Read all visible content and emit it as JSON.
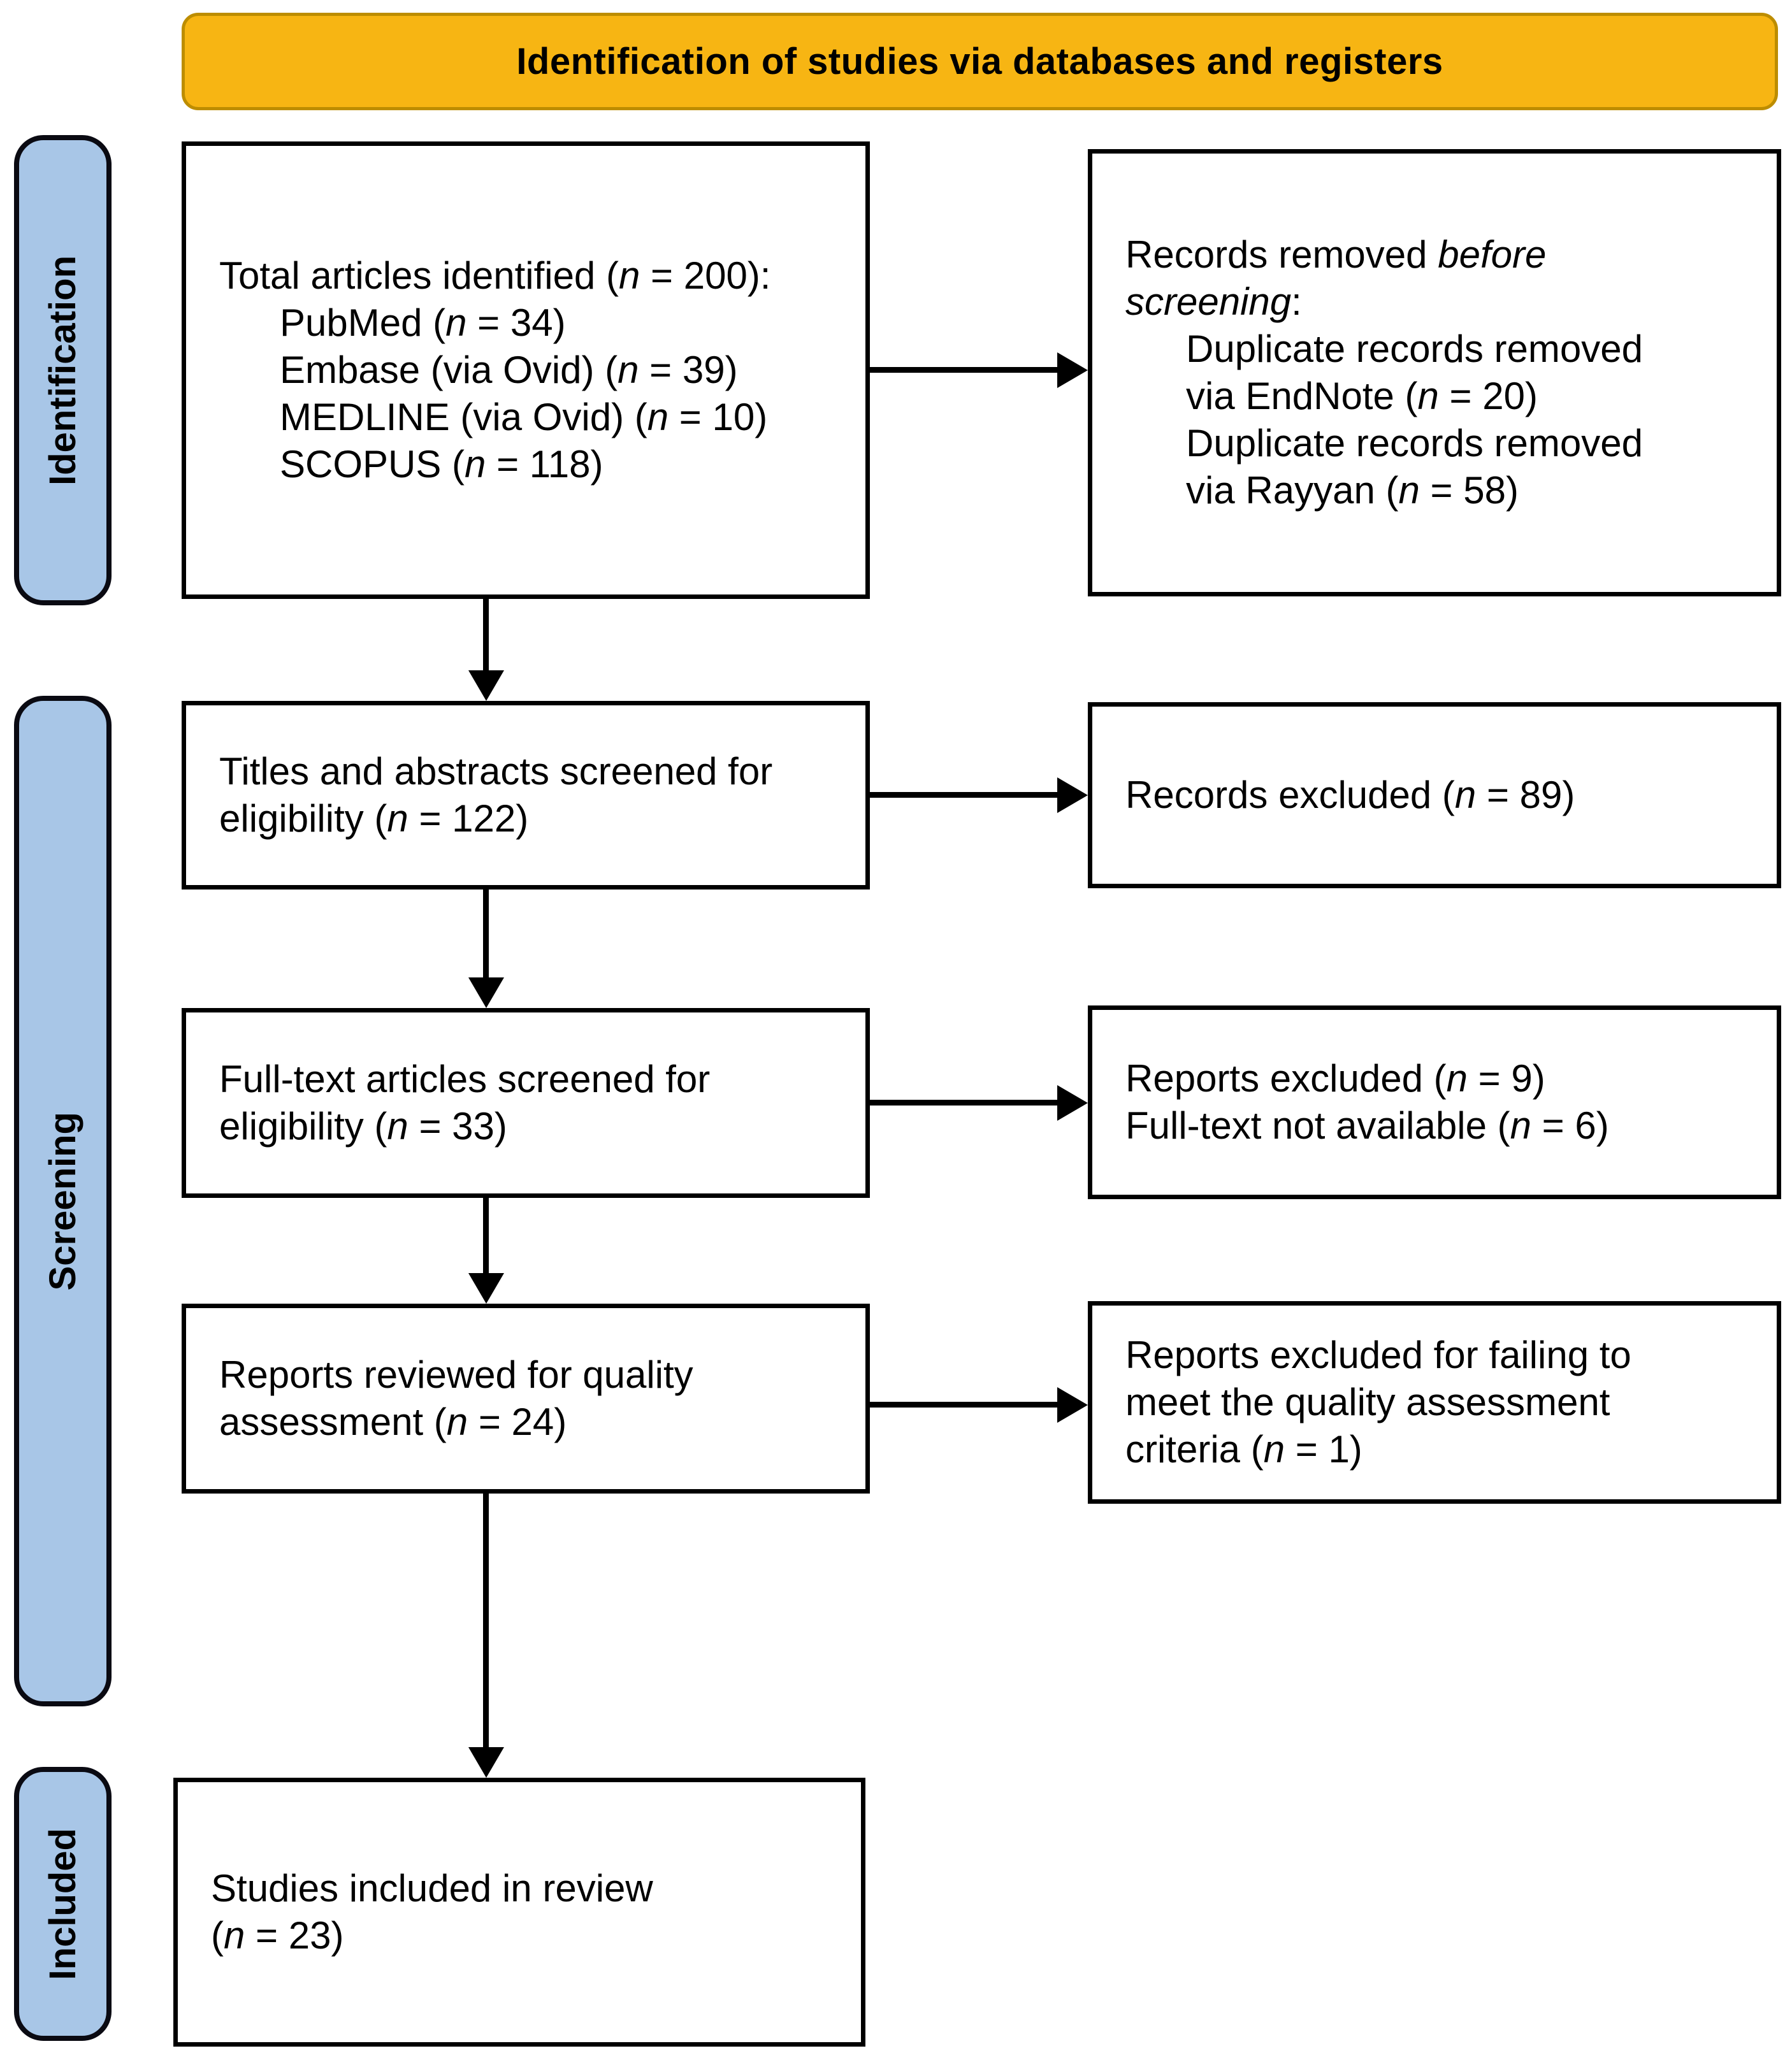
{
  "banner": {
    "title": "Identification of studies via databases and registers"
  },
  "stages": {
    "identification": {
      "label": "Identification"
    },
    "screening": {
      "label": "Screening"
    },
    "included": {
      "label": "Included"
    }
  },
  "colors": {
    "banner_fill": "#F7B513",
    "banner_border": "#BD8D00",
    "stage_fill": "#A8C6E7",
    "box_border": "#000000",
    "arrow": "#000000",
    "text": "#000000"
  },
  "boxes": {
    "total_identified": {
      "lines": [
        {
          "segs": [
            {
              "t": "Total articles identified ("
            },
            {
              "t": "n",
              "i": true
            },
            {
              "t": " = 200):"
            }
          ]
        },
        {
          "ind": true,
          "segs": [
            {
              "t": "PubMed ("
            },
            {
              "t": "n",
              "i": true
            },
            {
              "t": " = 34)"
            }
          ]
        },
        {
          "ind": true,
          "segs": [
            {
              "t": "Embase (via Ovid) ("
            },
            {
              "t": "n",
              "i": true
            },
            {
              "t": " = 39)"
            }
          ]
        },
        {
          "ind": true,
          "segs": [
            {
              "t": "MEDLINE (via Ovid) ("
            },
            {
              "t": "n",
              "i": true
            },
            {
              "t": " = 10)"
            }
          ]
        },
        {
          "ind": true,
          "segs": [
            {
              "t": "SCOPUS ("
            },
            {
              "t": "n",
              "i": true
            },
            {
              "t": " = 118)"
            }
          ]
        }
      ]
    },
    "records_removed": {
      "lines": [
        {
          "segs": [
            {
              "t": "Records removed "
            },
            {
              "t": "before",
              "i": true
            }
          ]
        },
        {
          "segs": [
            {
              "t": "screening",
              "i": true
            },
            {
              "t": ":"
            }
          ]
        },
        {
          "ind": true,
          "segs": [
            {
              "t": "Duplicate records removed"
            }
          ]
        },
        {
          "ind": true,
          "segs": [
            {
              "t": "via EndNote ("
            },
            {
              "t": "n",
              "i": true
            },
            {
              "t": " = 20)"
            }
          ]
        },
        {
          "ind": true,
          "segs": [
            {
              "t": "Duplicate records removed"
            }
          ]
        },
        {
          "ind": true,
          "segs": [
            {
              "t": "via Rayyan ("
            },
            {
              "t": "n",
              "i": true
            },
            {
              "t": " = 58)"
            }
          ]
        }
      ]
    },
    "titles_abstracts": {
      "lines": [
        {
          "segs": [
            {
              "t": "Titles and abstracts screened for"
            }
          ]
        },
        {
          "segs": [
            {
              "t": "eligibility ("
            },
            {
              "t": "n",
              "i": true
            },
            {
              "t": " = 122)"
            }
          ]
        }
      ]
    },
    "records_excluded": {
      "lines": [
        {
          "segs": [
            {
              "t": "Records excluded ("
            },
            {
              "t": "n",
              "i": true
            },
            {
              "t": " = 89)"
            }
          ]
        }
      ]
    },
    "fulltext_screened": {
      "lines": [
        {
          "segs": [
            {
              "t": "Full-text articles screened for"
            }
          ]
        },
        {
          "segs": [
            {
              "t": "eligibility ("
            },
            {
              "t": "n",
              "i": true
            },
            {
              "t": " = 33)"
            }
          ]
        }
      ]
    },
    "reports_excluded": {
      "lines": [
        {
          "segs": [
            {
              "t": "Reports excluded ("
            },
            {
              "t": "n",
              "i": true
            },
            {
              "t": " = 9)"
            }
          ]
        },
        {
          "segs": [
            {
              "t": "Full-text not available ("
            },
            {
              "t": "n",
              "i": true
            },
            {
              "t": " = 6)"
            }
          ]
        }
      ]
    },
    "quality_reviewed": {
      "lines": [
        {
          "segs": [
            {
              "t": "Reports reviewed for quality"
            }
          ]
        },
        {
          "segs": [
            {
              "t": "assessment ("
            },
            {
              "t": "n",
              "i": true
            },
            {
              "t": " = 24)"
            }
          ]
        }
      ]
    },
    "quality_excluded": {
      "lines": [
        {
          "segs": [
            {
              "t": "Reports excluded for failing to"
            }
          ]
        },
        {
          "segs": [
            {
              "t": "meet the quality assessment"
            }
          ]
        },
        {
          "segs": [
            {
              "t": "criteria ("
            },
            {
              "t": "n",
              "i": true
            },
            {
              "t": " = 1)"
            }
          ]
        }
      ]
    },
    "studies_included": {
      "lines": [
        {
          "segs": [
            {
              "t": "Studies included in review"
            }
          ]
        },
        {
          "segs": [
            {
              "t": "("
            },
            {
              "t": "n",
              "i": true
            },
            {
              "t": " = 23)"
            }
          ]
        }
      ]
    }
  }
}
